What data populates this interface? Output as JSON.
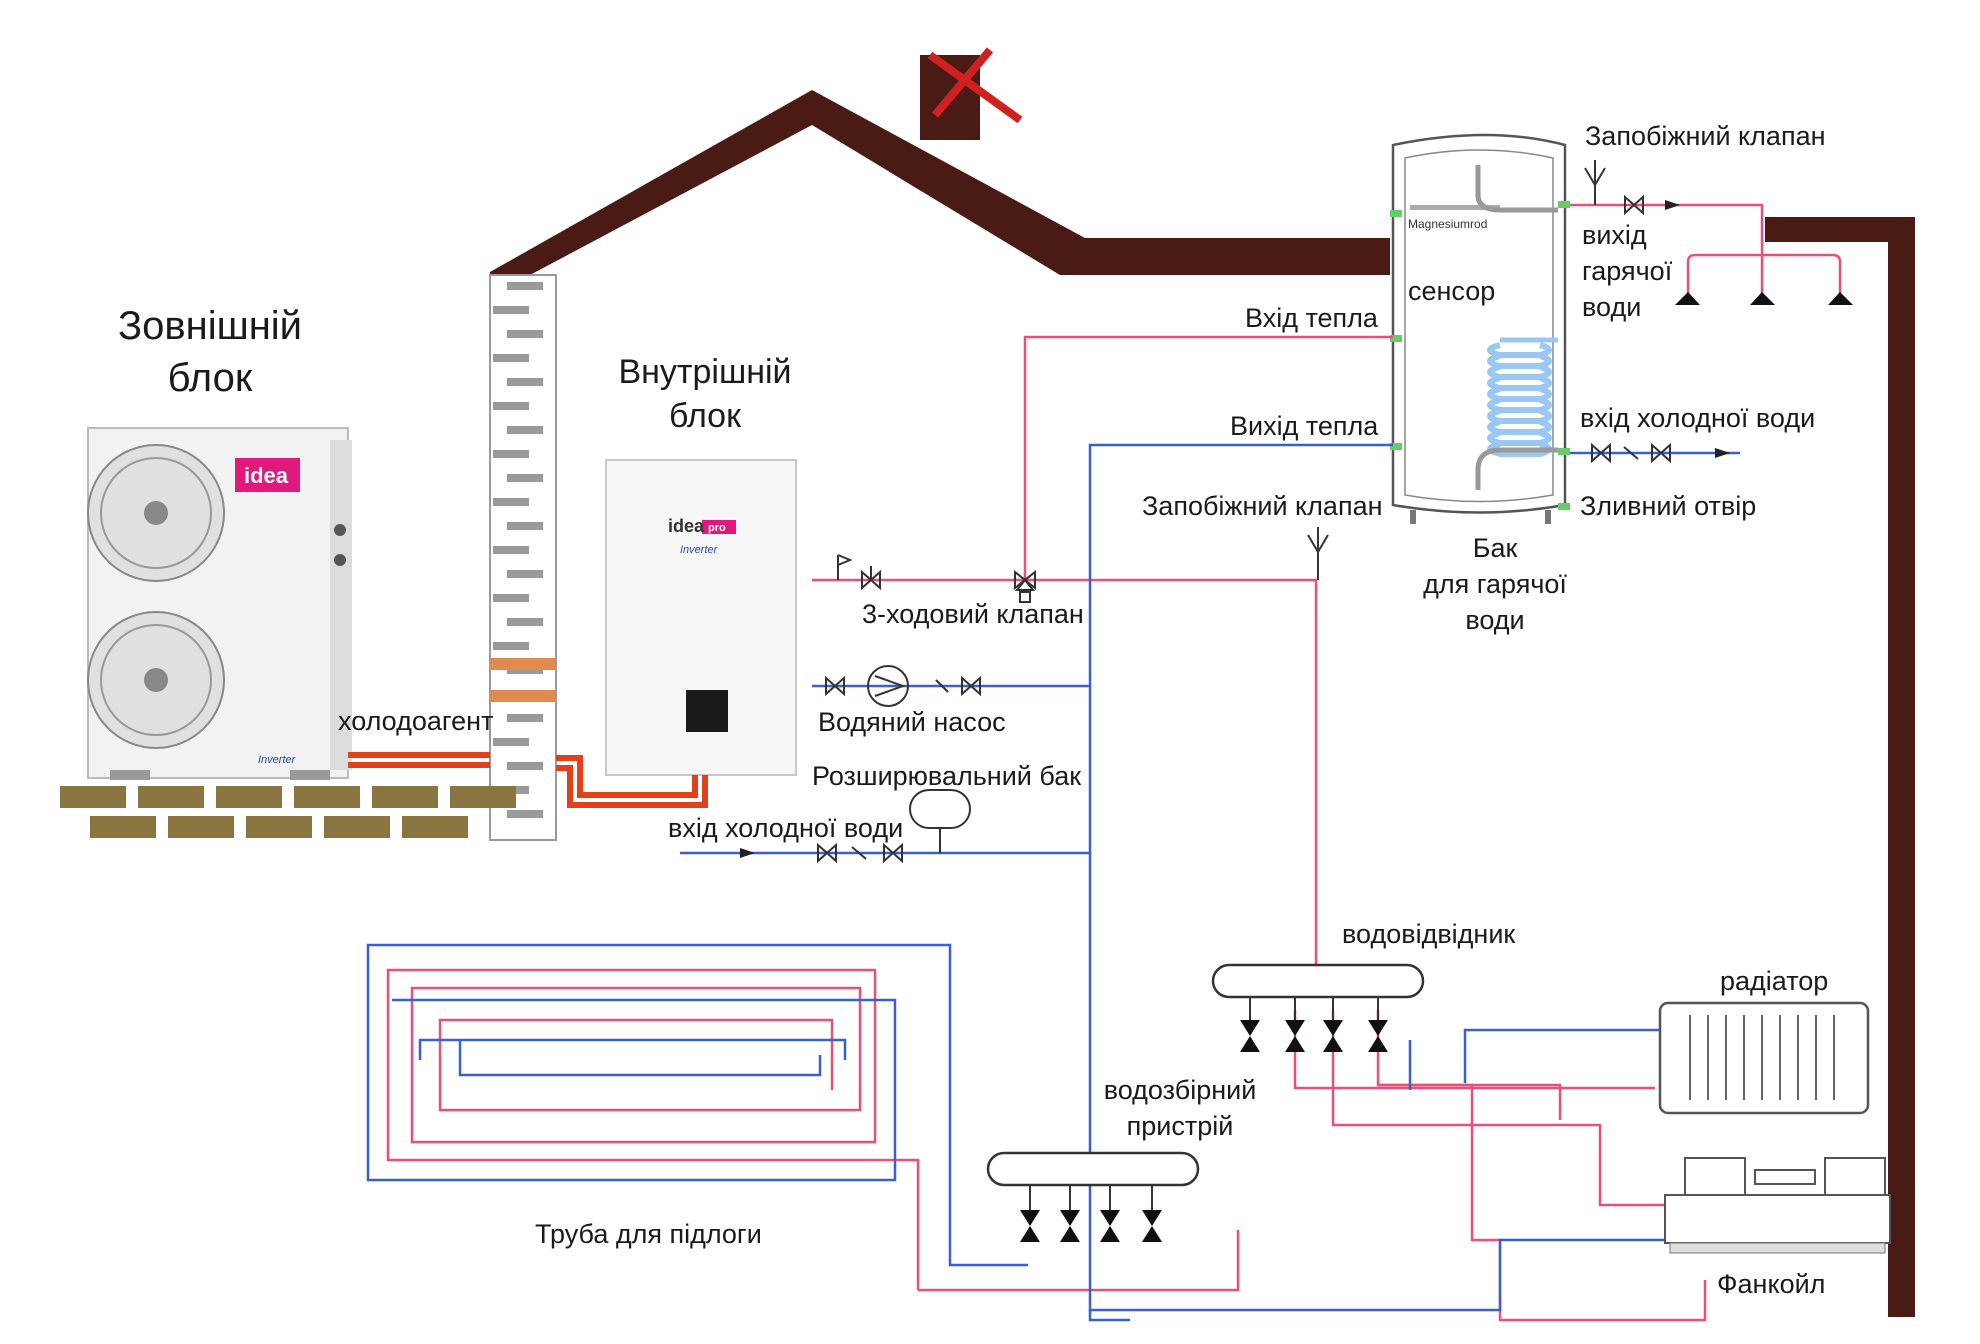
{
  "labels": {
    "outdoor_unit": [
      "Зовнішній",
      "блок"
    ],
    "indoor_unit": [
      "Внутрішній",
      "блок"
    ],
    "refrigerant": "холодоагент",
    "heat_in": "Вхід тепла",
    "heat_out": "Вихід тепла",
    "sensor": "сенсор",
    "magnesium_rod": "Magnesiumrod",
    "safety_valve_top": "Запобіжний клапан",
    "safety_valve_mid": "Запобіжний клапан",
    "hot_water_out": [
      "вихід",
      "гарячої",
      "води"
    ],
    "cold_water_in_tank": "вхід холодної води",
    "drain": "Зливний отвір",
    "tank": [
      "Бак",
      "для гарячої",
      "води"
    ],
    "three_way_valve": "3-ходовий клапан",
    "water_pump": "Водяний насос",
    "expansion_tank": "Розширювальний бак",
    "cold_water_in": "вхід холодної води",
    "distributor": "водовідвідник",
    "collector": [
      "водозбірний",
      "пристрій"
    ],
    "radiator": "радіатор",
    "floor_pipe": "Труба для підлоги",
    "fancoil": "Фанкойл"
  },
  "brand": {
    "outdoor_logo": "idea",
    "indoor_logo": "idea",
    "indoor_logo_badge": "pro",
    "inverter": "Inverter"
  },
  "colors": {
    "hot_pipe": "#e8507a",
    "cold_pipe": "#3a5fd0",
    "roof": "#4a1a14",
    "brick": "#8a7440",
    "brand_pink": "#e0197d",
    "refrigerant_pipe": "#e0401a"
  }
}
